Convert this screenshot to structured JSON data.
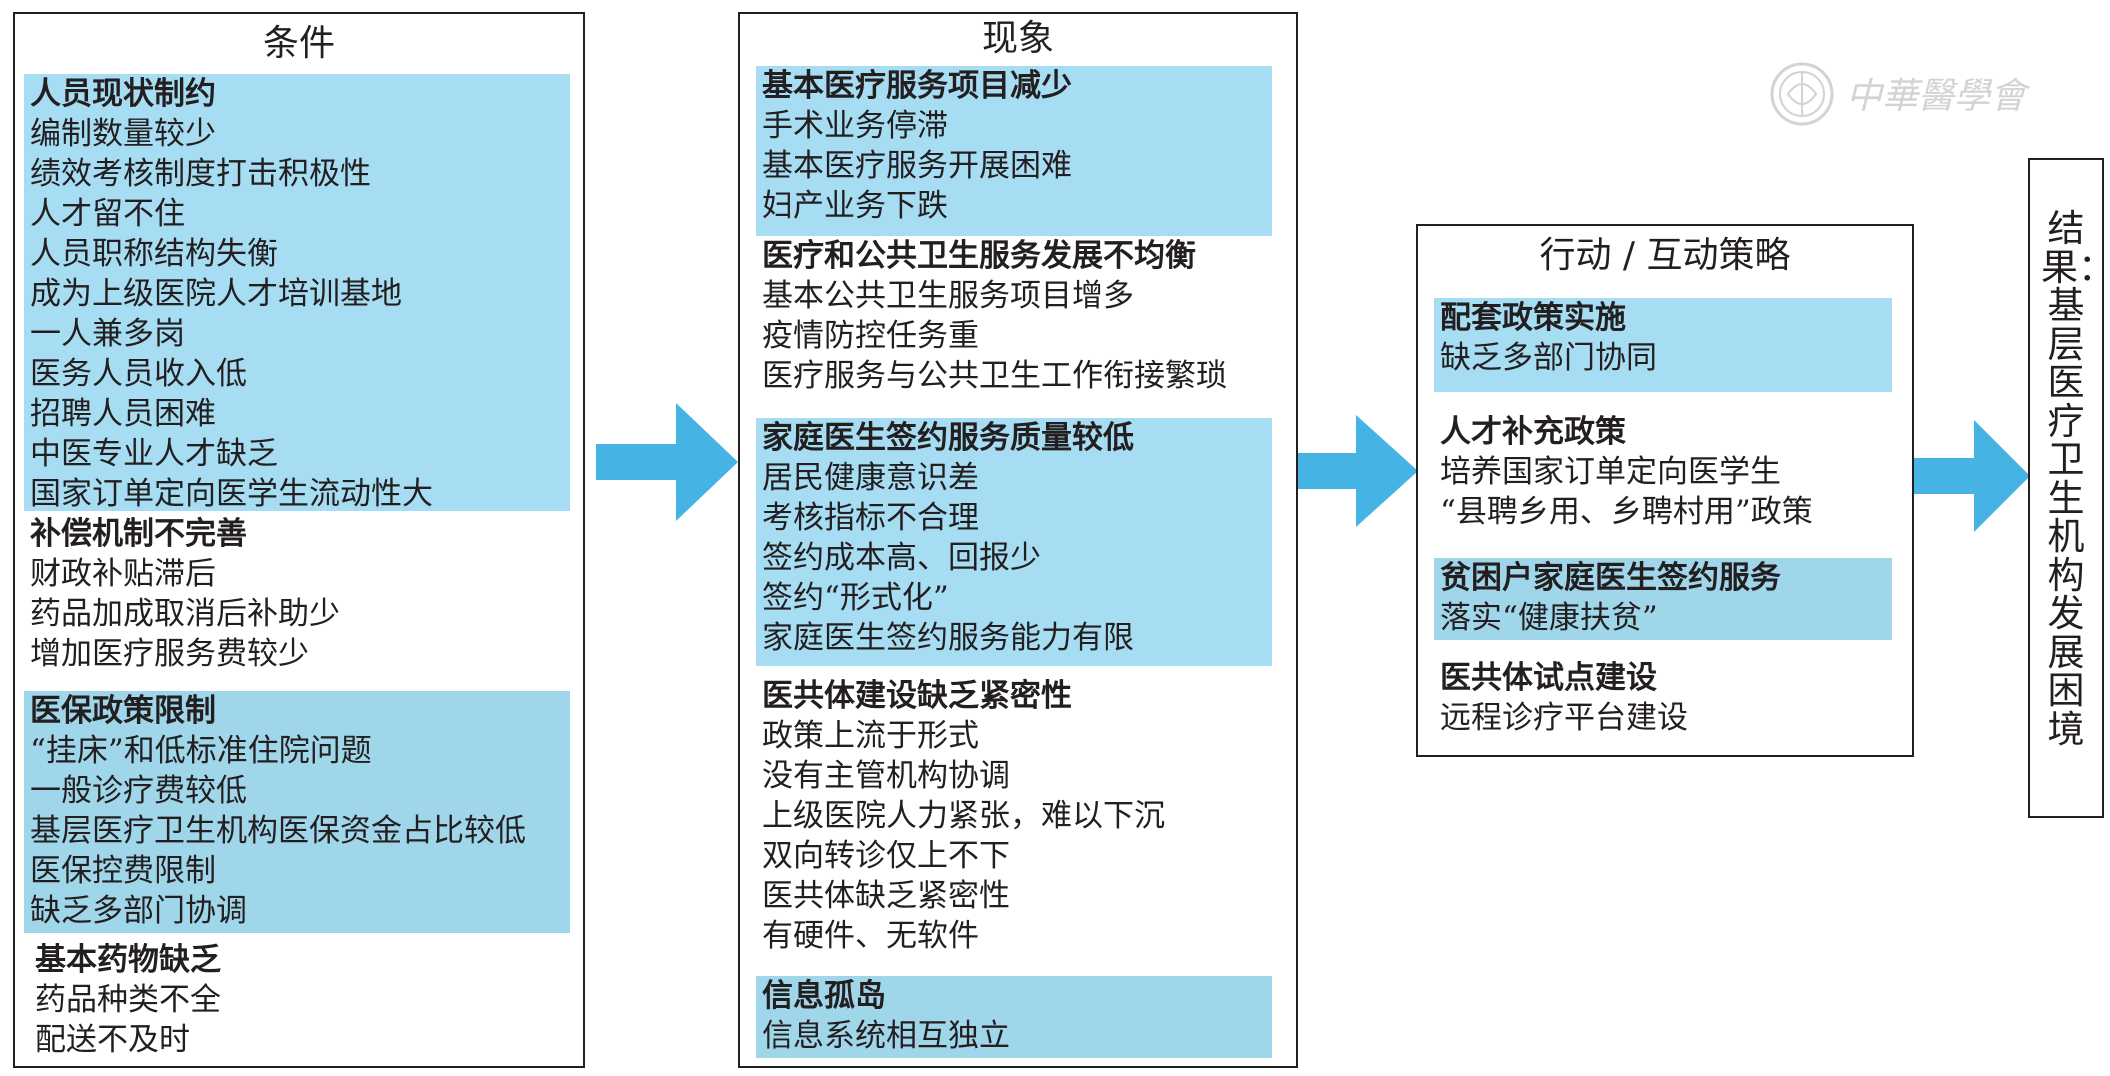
{
  "panels": {
    "conditions": {
      "title": "条件",
      "groups": [
        {
          "head": "人员现状制约",
          "items": [
            "编制数量较少",
            "绩效考核制度打击积极性",
            "人才留不住",
            "人员职称结构失衡",
            "成为上级医院人才培训基地",
            "一人兼多岗",
            "医务人员收入低",
            "招聘人员困难",
            "中医专业人才缺乏",
            "国家订单定向医学生流动性大"
          ]
        },
        {
          "head": "补偿机制不完善",
          "items": [
            "财政补贴滞后",
            "药品加成取消后补助少",
            "增加医疗服务费较少"
          ]
        },
        {
          "head": "医保政策限制",
          "items": [
            "“挂床”和低标准住院问题",
            "一般诊疗费较低",
            "基层医疗卫生机构医保资金占比较低",
            "医保控费限制",
            "缺乏多部门协调"
          ]
        },
        {
          "head": "基本药物缺乏",
          "items": [
            "药品种类不全",
            "配送不及时"
          ]
        }
      ]
    },
    "phenomena": {
      "title": "现象",
      "groups": [
        {
          "head": "基本医疗服务项目减少",
          "items": [
            "手术业务停滞",
            "基本医疗服务开展困难",
            "妇产业务下跌"
          ]
        },
        {
          "head": "医疗和公共卫生服务发展不均衡",
          "items": [
            "基本公共卫生服务项目增多",
            "疫情防控任务重",
            "医疗服务与公共卫生工作衔接繁琐"
          ]
        },
        {
          "head": "家庭医生签约服务质量较低",
          "items": [
            "居民健康意识差",
            "考核指标不合理",
            "签约成本高、回报少",
            "签约“形式化”",
            "家庭医生签约服务能力有限"
          ]
        },
        {
          "head": "医共体建设缺乏紧密性",
          "items": [
            "政策上流于形式",
            "没有主管机构协调",
            "上级医院人力紧张，难以下沉",
            "双向转诊仅上不下",
            "医共体缺乏紧密性",
            "有硬件、无软件"
          ]
        },
        {
          "head": "信息孤岛",
          "items": [
            "信息系统相互独立"
          ]
        }
      ]
    },
    "strategies": {
      "title": "行动 / 互动策略",
      "groups": [
        {
          "head": "配套政策实施",
          "items": [
            "缺乏多部门协同"
          ]
        },
        {
          "head": "人才补充政策",
          "items": [
            "培养国家订单定向医学生",
            "“县聘乡用、乡聘村用”政策"
          ]
        },
        {
          "head": "贫困户家庭医生签约服务",
          "items": [
            "落实“健康扶贫”"
          ]
        },
        {
          "head": "医共体试点建设",
          "items": [
            "远程诊疗平台建设"
          ]
        }
      ]
    }
  },
  "result": {
    "text": "结果：基层医疗卫生机构发展困境"
  },
  "watermark": {
    "text": "中華醫學會"
  },
  "colors": {
    "highlight": "#a6ddf2",
    "highlight_alt": "#a0d6ea",
    "arrow": "#45b3e3",
    "border": "#231f20"
  }
}
